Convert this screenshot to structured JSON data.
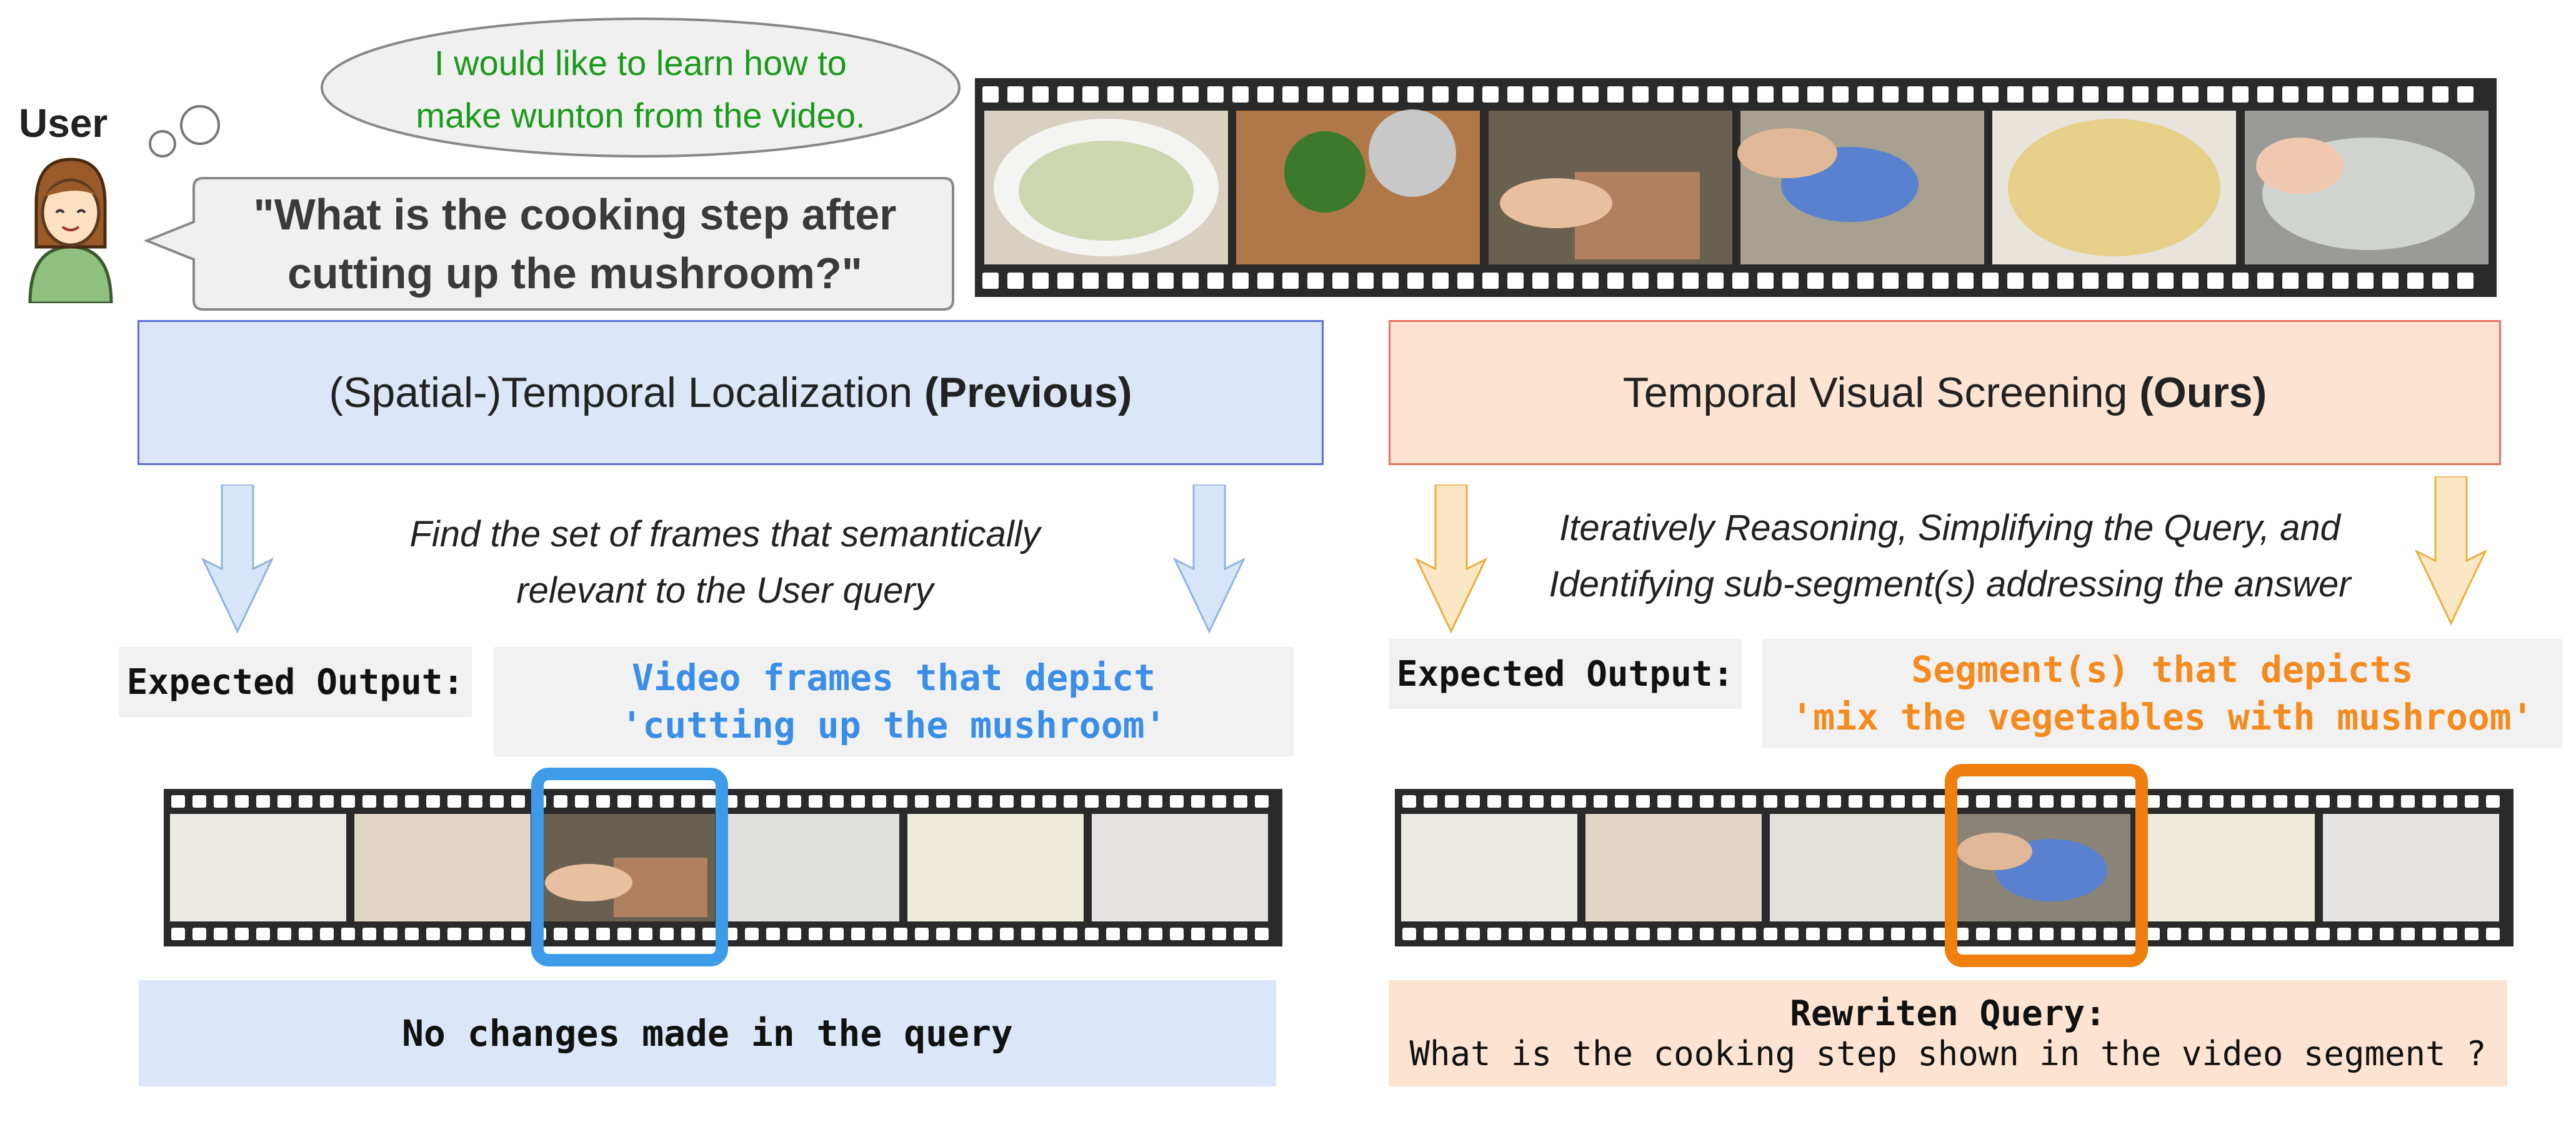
{
  "user": {
    "label": "User",
    "thought": [
      "I would like to learn how to",
      "make wunton from the video."
    ],
    "question": [
      "\"What is the cooking step after",
      "cutting up the mushroom?\""
    ]
  },
  "previous": {
    "title_main": "(Spatial-)Temporal Localization ",
    "title_bold": "(Previous)",
    "description": [
      "Find the set of frames that semantically",
      "relevant to the User query"
    ],
    "expected_label": "Expected Output:",
    "expected_value": [
      "Video frames that depict",
      "'cutting up the mushroom'"
    ],
    "result": "No changes made in the query"
  },
  "ours": {
    "title_main": "Temporal Visual Screening ",
    "title_bold": "(Ours)",
    "description": [
      "Iteratively Reasoning, Simplifying the Query, and",
      "Identifying sub-segment(s) addressing the answer"
    ],
    "expected_label": "Expected Output:",
    "expected_value": [
      "Segment(s) that depicts",
      "'mix the vegetables with mushroom'"
    ],
    "result_title": "Rewriten Query:",
    "result_text": "What is the cooking step shown in the video segment ?"
  },
  "colors": {
    "blue_fill": "#dbe7f8",
    "blue_border": "#5a6fd8",
    "blue_text": "#3a8ee8",
    "orange_fill": "#fde4d2",
    "orange_border": "#e87060",
    "orange_text": "#f58a1f",
    "green_text": "#1a9a1a",
    "arrow_blue": "#d6e6f8",
    "arrow_orange": "#fbe7c6",
    "highlight_blue": "#3e9be8",
    "highlight_orange": "#f07f10"
  },
  "icons": {
    "user": "user-avatar-icon",
    "film": "film-strip-icon",
    "arrow": "down-arrow-icon"
  }
}
